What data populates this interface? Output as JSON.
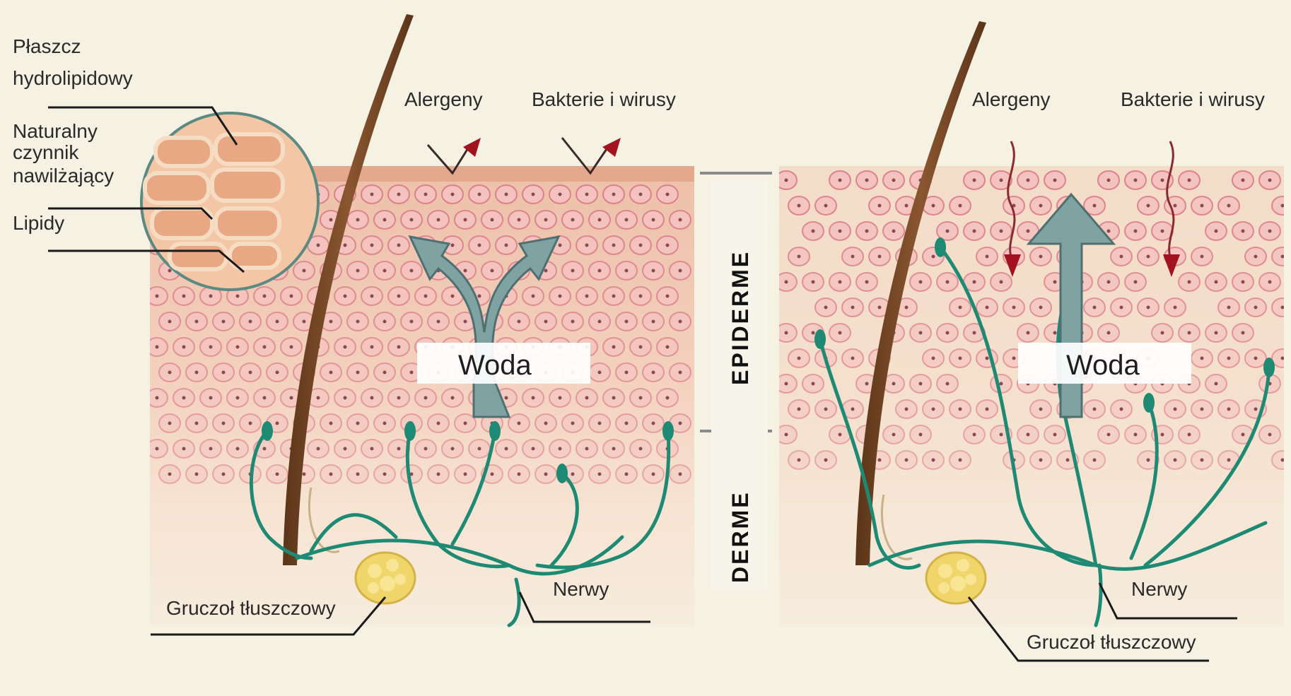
{
  "colors": {
    "background": "#f5f1e3",
    "skin_upper": "#f0c9b4",
    "skin_lower": "#f6e2d0",
    "cell_fill": "#f4c3bf",
    "cell_stroke": "#d97a86",
    "hair": "#7a4a27",
    "nerve": "#1f8a74",
    "arrow": "#7fa3a2",
    "arrow_head_red": "#a3131f",
    "gland": "#f0d56a",
    "line": "#1a1a1a"
  },
  "left_panel": {
    "inset_labels": [
      "Płaszcz",
      "hydrolipidowy",
      "Naturalny",
      "czynnik",
      "nawilżający",
      "Lipidy"
    ],
    "allergens_label": "Alergeny",
    "bacteria_label": "Bakterie i wirusy",
    "water_label": "Woda",
    "nerves_label": "Nerwy",
    "gland_label": "Gruczoł tłuszczowy"
  },
  "layers": {
    "epidermis": "EPIDERME",
    "dermis": "DERME"
  },
  "right_panel": {
    "allergens_label": "Alergeny",
    "bacteria_label": "Bakterie i wirusy",
    "water_label": "Woda",
    "nerves_label": "Nerwy",
    "gland_label": "Gruczoł tłuszczowy"
  }
}
